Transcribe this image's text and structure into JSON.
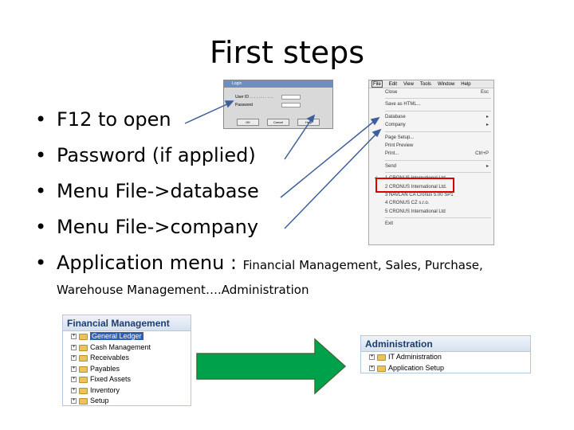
{
  "slide": {
    "title": "First steps",
    "bullets": [
      "F12 to open",
      "Password (if applied)",
      "Menu File->database",
      "Menu File->company",
      "Application menu :"
    ],
    "bullet5_tail": "Financial Management, Sales, Purchase,",
    "bullet5_cont": "Warehouse Management….Administration"
  },
  "login_dialog": {
    "title": "Login",
    "user_label": "User ID . . . . . . . . . . .",
    "password_label": "Password",
    "ok": "OK",
    "cancel": "Cancel",
    "help": "Help"
  },
  "file_menu": {
    "menubar": [
      "File",
      "Edit",
      "View",
      "Tools",
      "Window",
      "Help"
    ],
    "items": [
      {
        "label": "Close",
        "shortcut": "Esc"
      },
      {
        "label": "Save as HTML..."
      },
      {
        "label": "Database",
        "submenu": true
      },
      {
        "label": "Company",
        "submenu": true
      },
      {
        "label": "Page Setup..."
      },
      {
        "label": "Print Preview"
      },
      {
        "label": "Print...",
        "shortcut": "Ctrl+P"
      },
      {
        "label": "Send",
        "submenu": true
      },
      {
        "label": "1 CRONUS International Ltd.",
        "checked": true
      },
      {
        "label": "2 CRONUS International Ltd."
      },
      {
        "label": "3 NAVLAN CA Cronus 5.00 SP1"
      },
      {
        "label": "4 CRONUS CZ s.r.o."
      },
      {
        "label": "5 CRONUS International Ltd"
      },
      {
        "label": "Exit"
      }
    ]
  },
  "financial_panel": {
    "title": "Financial Management",
    "items": [
      "General Ledger",
      "Cash Management",
      "Receivables",
      "Payables",
      "Fixed Assets",
      "Inventory",
      "Setup"
    ]
  },
  "admin_panel": {
    "title": "Administration",
    "items": [
      "IT Administration",
      "Application Setup"
    ]
  },
  "colors": {
    "accent_red": "#e00000",
    "arrow_green": "#00a14b",
    "connector_blue": "#3f5f9b",
    "panel_title": "#1f3d6b",
    "selected": "#2f5fb3"
  }
}
